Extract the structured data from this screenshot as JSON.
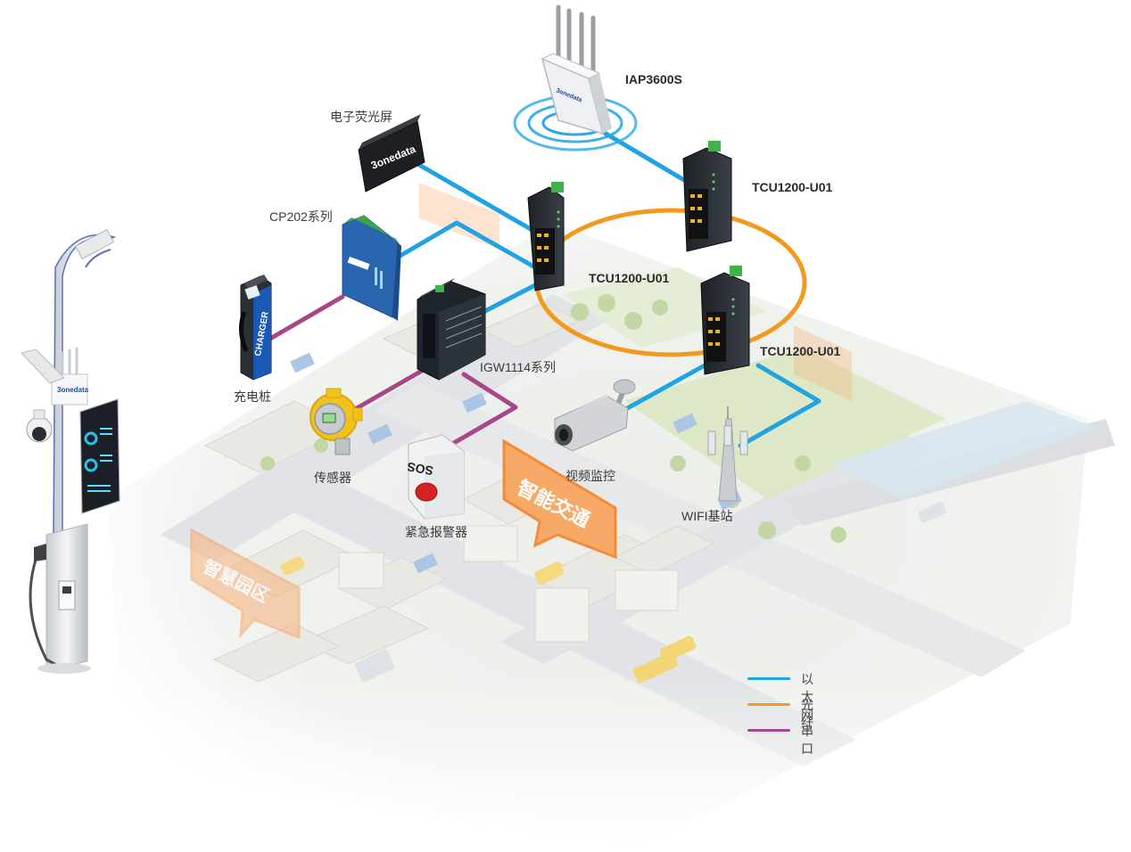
{
  "colors": {
    "ethernet": "#1fa3e3",
    "fiber": "#f39a1e",
    "serial": "#a8468a",
    "background_city": "#eef0ec",
    "sign_orange": "#f7a968"
  },
  "devices": {
    "iap": "IAP3600S",
    "display": "电子荧光屏",
    "cp202": "CP202系列",
    "tcu_top_right": "TCU1200-U01",
    "tcu_left": "TCU1200-U01",
    "tcu_lower": "TCU1200-U01",
    "charger": "充电桩",
    "igw": "IGW1114系列",
    "sensor": "传感器",
    "camera": "视频监控",
    "alarm": "紧急报警器",
    "wifi": "WIFI基站"
  },
  "brand": {
    "logo_text": "3onedata",
    "charger_text": "CHARGER",
    "sos_text": "SOS"
  },
  "city_signs": {
    "traffic": "智能交通",
    "park": "智慧园区"
  },
  "legend": {
    "ethernet_label": "以太网",
    "fiber_label": "光纤",
    "serial_label": "串口"
  }
}
